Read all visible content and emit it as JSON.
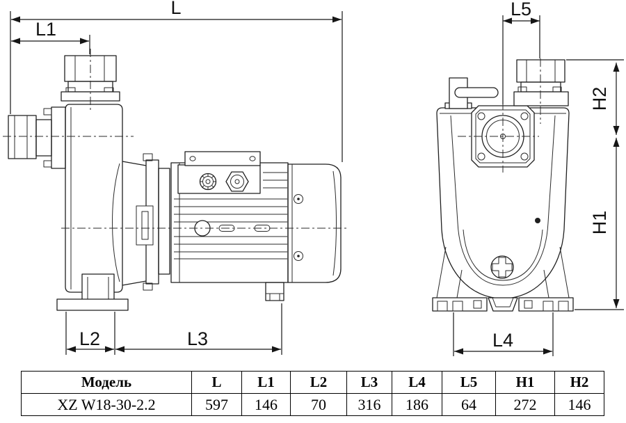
{
  "dims": {
    "L": "L",
    "L1": "L1",
    "L2": "L2",
    "L3": "L3",
    "L4": "L4",
    "L5": "L5",
    "H1": "H1",
    "H2": "H2"
  },
  "table": {
    "headers": [
      "Модель",
      "L",
      "L1",
      "L2",
      "L3",
      "L4",
      "L5",
      "H1",
      "H2"
    ],
    "row": [
      "XZ W18-30-2.2",
      "597",
      "146",
      "70",
      "316",
      "186",
      "64",
      "272",
      "146"
    ]
  },
  "colors": {
    "line": "#1f1f1f",
    "table_border": "#000000",
    "background": "#ffffff"
  }
}
